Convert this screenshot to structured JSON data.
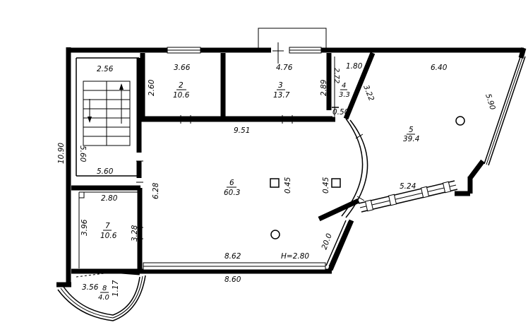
{
  "dimensions": {
    "d_256": "2.56",
    "d_366": "3.66",
    "d_476": "4.76",
    "d_180": "1.80",
    "d_640": "6.40",
    "d_260": "2.60",
    "d_289": "2.89",
    "d_272": "2.72",
    "d_322": "3.22",
    "d_590": "5.90",
    "d_050": "0.50",
    "d_951": "9.51",
    "d_1090": "10.90",
    "d_560a": "5.60",
    "d_560b": "5.60",
    "d_628": "6.28",
    "d_045a": "0.45",
    "d_045b": "0.45",
    "d_524": "5.24",
    "d_280": "2.80",
    "d_396": "3.96",
    "d_328": "3.28",
    "d_200": "20.0",
    "d_862": "8.62",
    "d_height": "H=2.80",
    "d_860": "8.60",
    "d_356": "3.56",
    "d_117": "1.17"
  },
  "rooms": [
    {
      "number": "2",
      "area": "10.6"
    },
    {
      "number": "3",
      "area": "13.7"
    },
    {
      "number": "4",
      "area": "3.3"
    },
    {
      "number": "5",
      "area": "39.4"
    },
    {
      "number": "6",
      "area": "60.3"
    },
    {
      "number": "7",
      "area": "10.6"
    },
    {
      "number": "8",
      "area": "4.0"
    }
  ]
}
